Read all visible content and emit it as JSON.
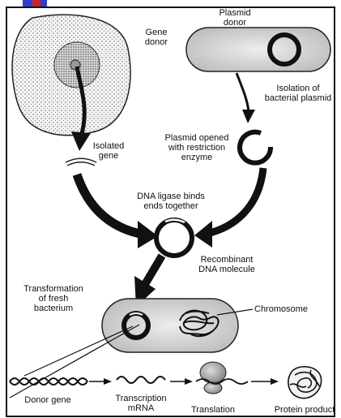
{
  "labels": {
    "gene_donor": "Gene\ndonor",
    "plasmid_donor": "Plasmid\ndonor",
    "isolation_plasmid": "Isolation of\nbacterial plasmid",
    "plasmid_opened": "Plasmid opened\nwith restriction\nenzyme",
    "isolated_gene": "Isolated\ngene",
    "dna_ligase": "DNA ligase binds\nends together",
    "recombinant": "Recombinant\nDNA molecule",
    "transformation": "Transformation\nof fresh\nbacterium",
    "chromosome": "Chromosome",
    "donor_gene": "Donor gene",
    "transcription": "Transcription\nmRNA",
    "translation": "Translation",
    "protein_product": "Protein product"
  },
  "colors": {
    "frame": "#111111",
    "corner_accent_blue": "#2a3fd0",
    "corner_accent_red": "#d02020"
  }
}
